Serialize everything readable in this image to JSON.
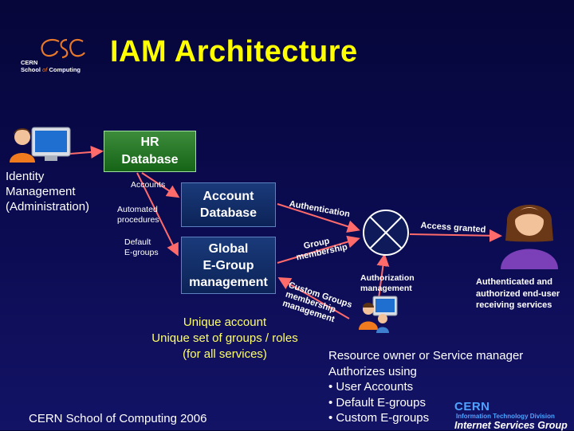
{
  "title": "IAM Architecture",
  "logo": {
    "line1": "CERN",
    "line2_a": "School ",
    "line2_of": "of",
    "line2_b": " Computing",
    "icon": "csc-logo-icon"
  },
  "identity_management": {
    "line1": "Identity",
    "line2": "Management",
    "line3": "(Administration)"
  },
  "hr_database": {
    "line1": "HR",
    "line2": "Database"
  },
  "labels": {
    "accounts": "Accounts",
    "automated_line1": "Automated",
    "automated_line2": "procedures",
    "default_line1": "Default",
    "default_line2": "E-groups"
  },
  "account_database": {
    "line1": "Account",
    "line2": "Database"
  },
  "global_egroup": {
    "line1": "Global",
    "line2": "E-Group",
    "line3": "management"
  },
  "unique": {
    "line1": "Unique account",
    "line2": "Unique set of groups / roles",
    "line3": "(for all services)"
  },
  "flow_labels": {
    "authentication": "Authentication",
    "group_line1": "Group",
    "group_line2": "membership",
    "custom_line1": "Custom Groups",
    "custom_line2": "membership",
    "custom_line3": "management",
    "access_granted": "Access granted"
  },
  "authorization_management": {
    "line1": "Authorization",
    "line2": "management"
  },
  "authenticated_user": {
    "line1": "Authenticated and",
    "line2": "authorized end-user",
    "line3": "receiving services"
  },
  "resource_owner": {
    "line1": "Resource owner or Service manager",
    "line2": "Authorizes using",
    "bullet1": "• User Accounts",
    "bullet2": "• Default E-groups",
    "bullet3": "• Custom E-groups"
  },
  "footer": "CERN School of Computing 2006",
  "cern_logo": {
    "big": "CERN",
    "division": "Information Technology Division",
    "group": "Internet Services Group"
  },
  "colors": {
    "title": "#ffff00",
    "hr_box": "#2f7f2f",
    "db_box": "#14306c",
    "arrow": "#ff6b6b",
    "unique_text": "#ffff66"
  }
}
